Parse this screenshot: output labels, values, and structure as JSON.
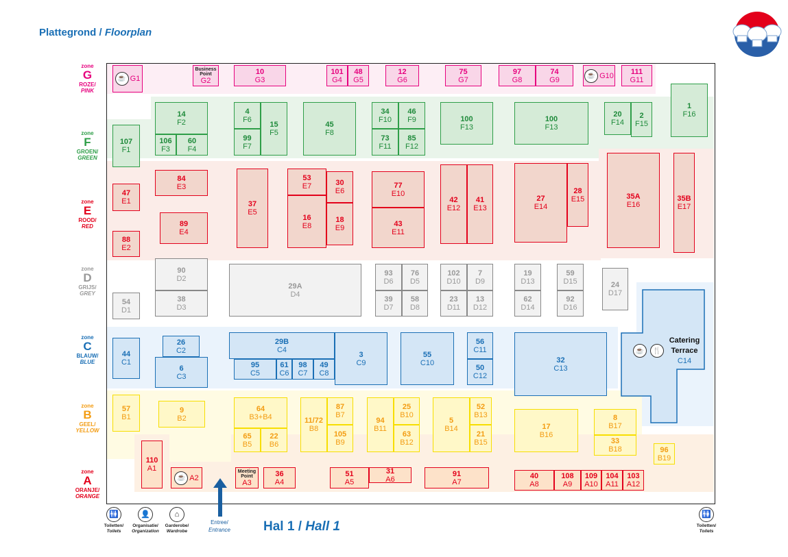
{
  "header": {
    "title": "Plattegrond",
    "title_sep": " / ",
    "title_en": "Floorplan"
  },
  "hall": {
    "label": "Hal 1",
    "sep": " / ",
    "label_en": "Hall 1"
  },
  "entrance": {
    "label": "Entree/",
    "label_en": "Entrance"
  },
  "legend": [
    {
      "icon": "toilet-icon",
      "label": "Toiletten/",
      "label_en": "Toilets"
    },
    {
      "icon": "organization-icon",
      "label": "Organisatie/",
      "label_en": "Organization"
    },
    {
      "icon": "wardrobe-icon",
      "label": "Garderobe/",
      "label_en": "Wardrobe"
    }
  ],
  "legend_right": {
    "icon": "toilet-icon",
    "label": "Toiletten/",
    "label_en": "Toilets"
  },
  "colors": {
    "G": "#e6007e",
    "F": "#2e9e48",
    "E": "#e3001b",
    "D": "#999999",
    "C": "#1a6fb5",
    "B": "#f39c12",
    "A": "#e3001b"
  },
  "zones": [
    {
      "key": "G",
      "word": "zone",
      "letter": "G",
      "nl": "ROZE/",
      "en": "PINK"
    },
    {
      "key": "F",
      "word": "zone",
      "letter": "F",
      "nl": "GROEN/",
      "en": "GREEN"
    },
    {
      "key": "E",
      "word": "zone",
      "letter": "E",
      "nl": "ROOD/",
      "en": "RED"
    },
    {
      "key": "D",
      "word": "zone",
      "letter": "D",
      "nl": "GRIJS/",
      "en": "GREY"
    },
    {
      "key": "C",
      "word": "zone",
      "letter": "C",
      "nl": "BLAUW/",
      "en": "BLUE"
    },
    {
      "key": "B",
      "word": "zone",
      "letter": "B",
      "nl": "GEEL/",
      "en": "YELLOW"
    },
    {
      "key": "A",
      "word": "zone",
      "letter": "A",
      "nl": "ORANJE/",
      "en": "ORANGE"
    }
  ],
  "catering": {
    "line1": "Catering",
    "line2": "Terrace",
    "code": "C14"
  },
  "booths": [
    {
      "z": "G",
      "code": "G1",
      "num": "",
      "icon": "coffee"
    },
    {
      "z": "G",
      "code": "G2",
      "num": "",
      "label": "Business Point"
    },
    {
      "z": "G",
      "code": "G3",
      "num": "10"
    },
    {
      "z": "G",
      "code": "G4",
      "num": "101"
    },
    {
      "z": "G",
      "code": "G5",
      "num": "48"
    },
    {
      "z": "G",
      "code": "G6",
      "num": "12"
    },
    {
      "z": "G",
      "code": "G7",
      "num": "75"
    },
    {
      "z": "G",
      "code": "G8",
      "num": "97"
    },
    {
      "z": "G",
      "code": "G9",
      "num": "74"
    },
    {
      "z": "G",
      "code": "G10",
      "num": "",
      "icon": "coffee"
    },
    {
      "z": "G",
      "code": "G11",
      "num": "111"
    },
    {
      "z": "F",
      "code": "F1",
      "num": "107"
    },
    {
      "z": "F",
      "code": "F2",
      "num": "14"
    },
    {
      "z": "F",
      "code": "F3",
      "num": "106"
    },
    {
      "z": "F",
      "code": "F4",
      "num": "60"
    },
    {
      "z": "F",
      "code": "F6",
      "num": "4"
    },
    {
      "z": "F",
      "code": "F7",
      "num": "99"
    },
    {
      "z": "F",
      "code": "F5",
      "num": "15"
    },
    {
      "z": "F",
      "code": "F8",
      "num": "45"
    },
    {
      "z": "F",
      "code": "F10",
      "num": "34"
    },
    {
      "z": "F",
      "code": "F9",
      "num": "46"
    },
    {
      "z": "F",
      "code": "F11",
      "num": "73"
    },
    {
      "z": "F",
      "code": "F12",
      "num": "85"
    },
    {
      "z": "F",
      "code": "F13",
      "num": "100"
    },
    {
      "z": "F",
      "code": "F13",
      "num": "100"
    },
    {
      "z": "F",
      "code": "F14",
      "num": "20"
    },
    {
      "z": "F",
      "code": "F15",
      "num": "2"
    },
    {
      "z": "F",
      "code": "F16",
      "num": "1"
    },
    {
      "z": "E",
      "code": "E1",
      "num": "47"
    },
    {
      "z": "E",
      "code": "E2",
      "num": "88"
    },
    {
      "z": "E",
      "code": "E3",
      "num": "84"
    },
    {
      "z": "E",
      "code": "E4",
      "num": "89"
    },
    {
      "z": "E",
      "code": "E5",
      "num": "37"
    },
    {
      "z": "E",
      "code": "E7",
      "num": "53"
    },
    {
      "z": "E",
      "code": "E6",
      "num": "30"
    },
    {
      "z": "E",
      "code": "E8",
      "num": "16"
    },
    {
      "z": "E",
      "code": "E9",
      "num": "18"
    },
    {
      "z": "E",
      "code": "E10",
      "num": "77"
    },
    {
      "z": "E",
      "code": "E11",
      "num": "43"
    },
    {
      "z": "E",
      "code": "E12",
      "num": "42"
    },
    {
      "z": "E",
      "code": "E13",
      "num": "41"
    },
    {
      "z": "E",
      "code": "E14",
      "num": "27"
    },
    {
      "z": "E",
      "code": "E15",
      "num": "28"
    },
    {
      "z": "E",
      "code": "E16",
      "num": "35A"
    },
    {
      "z": "E",
      "code": "E17",
      "num": "35B"
    },
    {
      "z": "D",
      "code": "D1",
      "num": "54"
    },
    {
      "z": "D",
      "code": "D2",
      "num": "90"
    },
    {
      "z": "D",
      "code": "D3",
      "num": "38"
    },
    {
      "z": "D",
      "code": "D4",
      "num": "29A"
    },
    {
      "z": "D",
      "code": "D6",
      "num": "93"
    },
    {
      "z": "D",
      "code": "D5",
      "num": "76"
    },
    {
      "z": "D",
      "code": "D7",
      "num": "39"
    },
    {
      "z": "D",
      "code": "D8",
      "num": "58"
    },
    {
      "z": "D",
      "code": "D10",
      "num": "102"
    },
    {
      "z": "D",
      "code": "D9",
      "num": "7"
    },
    {
      "z": "D",
      "code": "D11",
      "num": "23"
    },
    {
      "z": "D",
      "code": "D12",
      "num": "13"
    },
    {
      "z": "D",
      "code": "D13",
      "num": "19"
    },
    {
      "z": "D",
      "code": "D15",
      "num": "59"
    },
    {
      "z": "D",
      "code": "D14",
      "num": "62"
    },
    {
      "z": "D",
      "code": "D16",
      "num": "92"
    },
    {
      "z": "D",
      "code": "D17",
      "num": "24"
    },
    {
      "z": "C",
      "code": "C1",
      "num": "44"
    },
    {
      "z": "C",
      "code": "C2",
      "num": "26"
    },
    {
      "z": "C",
      "code": "C3",
      "num": "6"
    },
    {
      "z": "C",
      "code": "C4",
      "num": "29B"
    },
    {
      "z": "C",
      "code": "C5",
      "num": "95"
    },
    {
      "z": "C",
      "code": "C6",
      "num": "61"
    },
    {
      "z": "C",
      "code": "C7",
      "num": "98"
    },
    {
      "z": "C",
      "code": "C8",
      "num": "49"
    },
    {
      "z": "C",
      "code": "C9",
      "num": "3"
    },
    {
      "z": "C",
      "code": "C10",
      "num": "55"
    },
    {
      "z": "C",
      "code": "C11",
      "num": "56"
    },
    {
      "z": "C",
      "code": "C12",
      "num": "50"
    },
    {
      "z": "C",
      "code": "C13",
      "num": "32"
    },
    {
      "z": "B",
      "code": "B1",
      "num": "57"
    },
    {
      "z": "B",
      "code": "B2",
      "num": "9"
    },
    {
      "z": "B",
      "code": "B3+B4",
      "num": "64"
    },
    {
      "z": "B",
      "code": "B5",
      "num": "65"
    },
    {
      "z": "B",
      "code": "B6",
      "num": "22"
    },
    {
      "z": "B",
      "code": "B8",
      "num": "11/72"
    },
    {
      "z": "B",
      "code": "B7",
      "num": "87"
    },
    {
      "z": "B",
      "code": "B9",
      "num": "105"
    },
    {
      "z": "B",
      "code": "B11",
      "num": "94"
    },
    {
      "z": "B",
      "code": "B10",
      "num": "25"
    },
    {
      "z": "B",
      "code": "B12",
      "num": "63"
    },
    {
      "z": "B",
      "code": "B14",
      "num": "5"
    },
    {
      "z": "B",
      "code": "B13",
      "num": "52"
    },
    {
      "z": "B",
      "code": "B15",
      "num": "21"
    },
    {
      "z": "B",
      "code": "B16",
      "num": "17"
    },
    {
      "z": "B",
      "code": "B17",
      "num": "8"
    },
    {
      "z": "B",
      "code": "B18",
      "num": "33"
    },
    {
      "z": "B",
      "code": "B19",
      "num": "96"
    },
    {
      "z": "A",
      "code": "A1",
      "num": "110"
    },
    {
      "z": "A",
      "code": "A2",
      "num": "",
      "icon": "coffee"
    },
    {
      "z": "A",
      "code": "A3",
      "num": "",
      "label": "Meeting Point"
    },
    {
      "z": "A",
      "code": "A4",
      "num": "36"
    },
    {
      "z": "A",
      "code": "A5",
      "num": "51"
    },
    {
      "z": "A",
      "code": "A6",
      "num": "31"
    },
    {
      "z": "A",
      "code": "A7",
      "num": "91"
    },
    {
      "z": "A",
      "code": "A8",
      "num": "40"
    },
    {
      "z": "A",
      "code": "A9",
      "num": "108"
    },
    {
      "z": "A",
      "code": "A10",
      "num": "109"
    },
    {
      "z": "A",
      "code": "A11",
      "num": "104"
    },
    {
      "z": "A",
      "code": "A12",
      "num": "103"
    }
  ]
}
